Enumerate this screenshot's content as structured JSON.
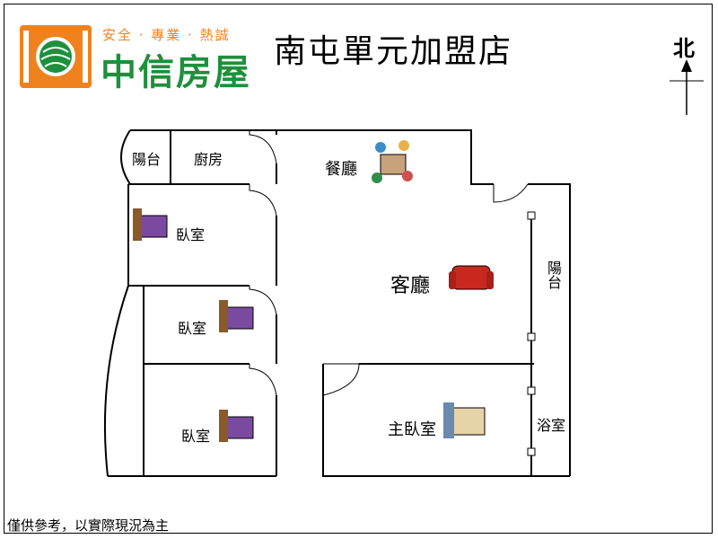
{
  "logo": {
    "slogan": "安全 · 專業 · 熱誠",
    "name": "中信房屋",
    "brand_orange": "#f0821e",
    "brand_green": "#1e8f3c"
  },
  "header": {
    "store_name": "南屯單元加盟店"
  },
  "compass": {
    "label": "北"
  },
  "rooms": {
    "balcony_top": "陽台",
    "kitchen": "廚房",
    "dining": "餐廳",
    "bedroom_1": "臥室",
    "bedroom_2": "臥室",
    "bedroom_3": "臥室",
    "living": "客廳",
    "balcony_right": "陽台",
    "master_bedroom": "主臥室",
    "bathroom": "浴室"
  },
  "footer": {
    "disclaimer": "僅供參考，以實際現況為主"
  },
  "icons": [
    "logo-mark-icon",
    "dining-table-icon",
    "bed-icon",
    "sofa-icon",
    "master-bed-icon",
    "north-arrow-icon"
  ]
}
